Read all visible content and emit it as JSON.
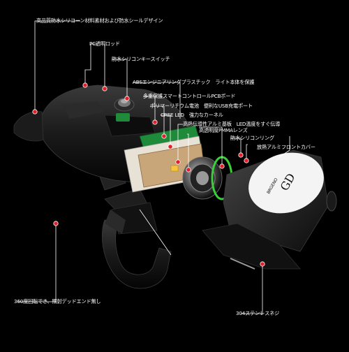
{
  "product": {
    "brand_mark": "GD",
    "brand_name": "BRGENO"
  },
  "callouts": [
    {
      "id": "silicone-material",
      "text": "高品質防水シリコーン材料素材および防水シールデザイン"
    },
    {
      "id": "pc-rod",
      "text": "PC透明ロッド"
    },
    {
      "id": "waterproof-switch",
      "text": "防水シリコンキースイッチ"
    },
    {
      "id": "abs-body",
      "text": "ABSエンジニアリングプラスチック　ライト本体を保護"
    },
    {
      "id": "pcb-board",
      "text": "多重保護スマートコントロールPCBボード"
    },
    {
      "id": "battery-usb",
      "text": "ポリマーリチウム電池　便利なUSB充電ポート"
    },
    {
      "id": "cree-led",
      "text": "CREE LED　強力なカーネル"
    },
    {
      "id": "aluminum-board",
      "text": "高熱伝導性アルミ基板　LED温度をすぐ伝導"
    },
    {
      "id": "pmma-lens",
      "text": "高透明度PMMAレンズ"
    },
    {
      "id": "silicone-ring",
      "text": "防水シリコンリング"
    },
    {
      "id": "aluminum-cover",
      "text": "放熱アルミフロントカバー"
    },
    {
      "id": "rotation",
      "text": "360度回転でき、照射デッドエンド無し"
    },
    {
      "id": "stainless-screw",
      "text": "304ステンレスネジ"
    }
  ],
  "colors": {
    "background": "#000000",
    "marker": "#e0202a",
    "body": "#1c1c1c",
    "board": "#c8a67a",
    "led": "#f5c542",
    "seal": "#3ccf3c",
    "pcb": "#1f8a3a"
  }
}
